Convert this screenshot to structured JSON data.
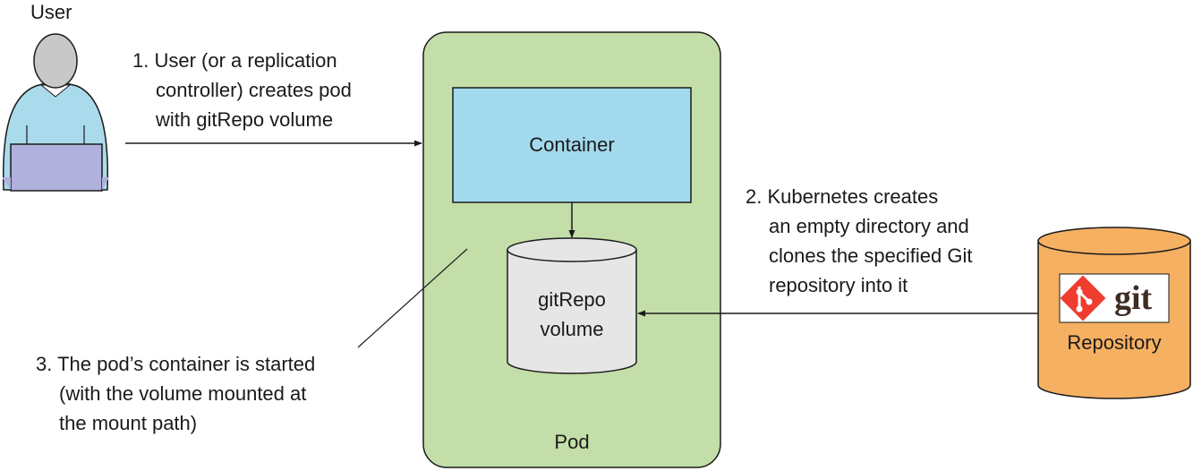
{
  "user": {
    "label": "User"
  },
  "step1": {
    "lines": [
      "1. User (or a replication",
      "controller) creates pod",
      "with gitRepo volume"
    ]
  },
  "pod": {
    "label": "Pod",
    "container_label": "Container",
    "volume_lines": [
      "gitRepo",
      "volume"
    ]
  },
  "step2": {
    "lines": [
      "2. Kubernetes creates",
      "an empty directory and",
      "clones the specified Git",
      "repository into it"
    ]
  },
  "repository": {
    "logo_text": "git",
    "label": "Repository"
  },
  "step3": {
    "lines": [
      "3. The pod’s container is started",
      "(with the volume mounted at",
      "the mount path)"
    ]
  },
  "colors": {
    "pod_fill": "#c3dea8",
    "container_fill": "#a3d9ec",
    "volume_fill": "#e6e6e6",
    "repo_fill": "#f6b062",
    "git_red": "#f03c2e",
    "user_shirt": "#aadbed",
    "user_head": "#c8c8c8",
    "laptop": "#b1b1dd"
  },
  "icons": [
    "user-icon",
    "git-logo-icon",
    "arrow-icon"
  ]
}
